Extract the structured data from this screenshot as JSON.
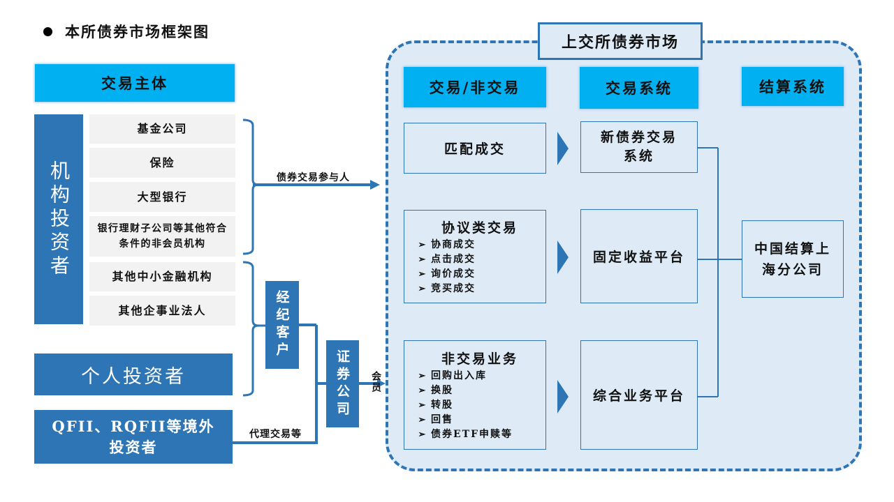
{
  "page_title": "本所债券市场框架图",
  "left": {
    "header": "交易主体",
    "institutional": {
      "label": "机构投资者",
      "members": [
        {
          "label": "基金公司"
        },
        {
          "label": "保险"
        },
        {
          "label": "大型银行"
        },
        {
          "label": "银行理财子公司等其他符合条件的非会员机构"
        }
      ],
      "brokerage_members": [
        {
          "label": "其他中小金融机构"
        },
        {
          "label": "其他企事业法人"
        }
      ]
    },
    "individual": "个人投资者",
    "foreign": "QFII、RQFII等境外投资者",
    "brokerage_client": "经纪客户",
    "securities_firm": "证券公司",
    "labels": {
      "bond_participant": "债券交易参与人",
      "agency": "代理交易等",
      "member": "会员"
    }
  },
  "market": {
    "title": "上交所债券市场",
    "columns": [
      "交易/非交易",
      "交易系统",
      "结算系统"
    ],
    "rows": [
      {
        "trade": {
          "title": "匹配成交",
          "items": []
        },
        "system": "新债券交易系统"
      },
      {
        "trade": {
          "title": "协议类交易",
          "items": [
            "协商成交",
            "点击成交",
            "询价成交",
            "竞买成交"
          ]
        },
        "system": "固定收益平台"
      },
      {
        "trade": {
          "title": "非交易业务",
          "items": [
            "回购出入库",
            "换股",
            "转股",
            "回售",
            "债券ETF申赎等"
          ]
        },
        "system": "综合业务平台"
      }
    ],
    "settlement": "中国结算上海分公司"
  },
  "colors": {
    "navy": "#2e75b6",
    "cyan": "#00b0f0",
    "light_blue": "#deebf7",
    "grey": "#f2f2f2"
  }
}
